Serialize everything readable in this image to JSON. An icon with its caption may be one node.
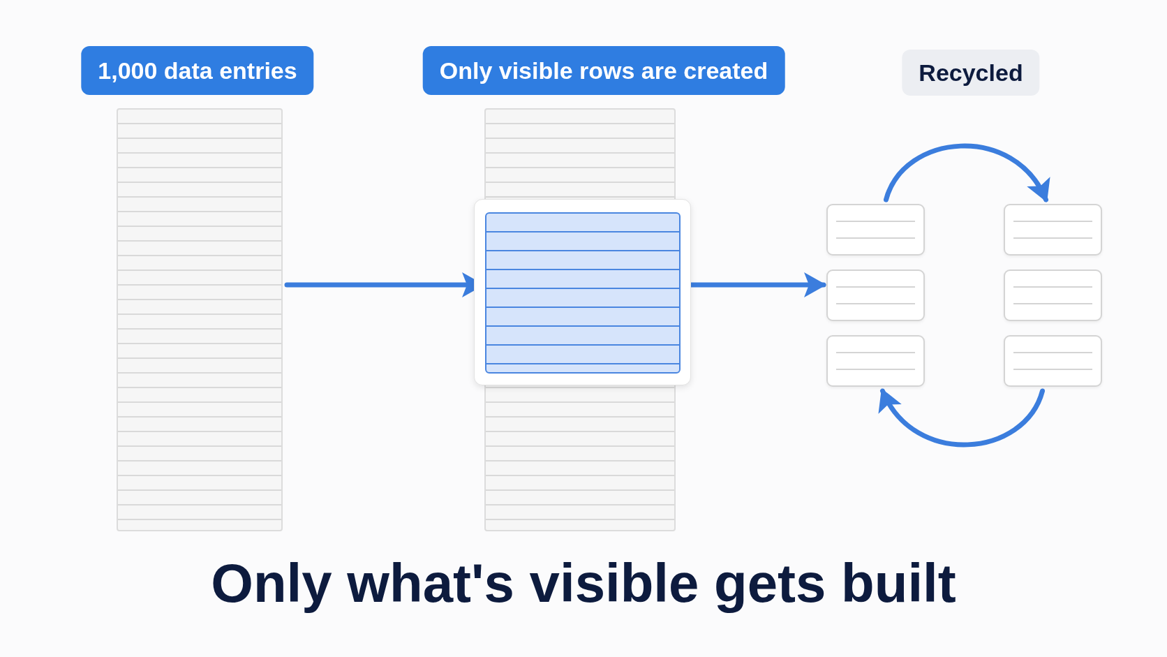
{
  "diagram": {
    "caption": "Only what's visible gets built",
    "nodes": [
      {
        "text": [
          "1,000 data entries"
        ]
      },
      {
        "text": [
          "Only visible rows are created"
        ]
      },
      {
        "text": [],
        "shape": "box"
      },
      {
        "text": [],
        "shape": "box"
      },
      {
        "text": [],
        "shape": "box"
      },
      {
        "text": [],
        "shape": "box"
      },
      {
        "text": [],
        "shape": "box"
      },
      {
        "text": [],
        "shape": "box"
      }
    ],
    "edges": [
      {
        "from": 0,
        "to": 1,
        "arrow": "to"
      },
      {
        "from": 1,
        "to": 4,
        "arrow": "to"
      },
      {
        "from": 2,
        "to": 3,
        "arrow": "to"
      },
      {
        "from": 7,
        "to": 6,
        "arrow": "to"
      }
    ],
    "labels": [
      "Recycled"
    ]
  }
}
